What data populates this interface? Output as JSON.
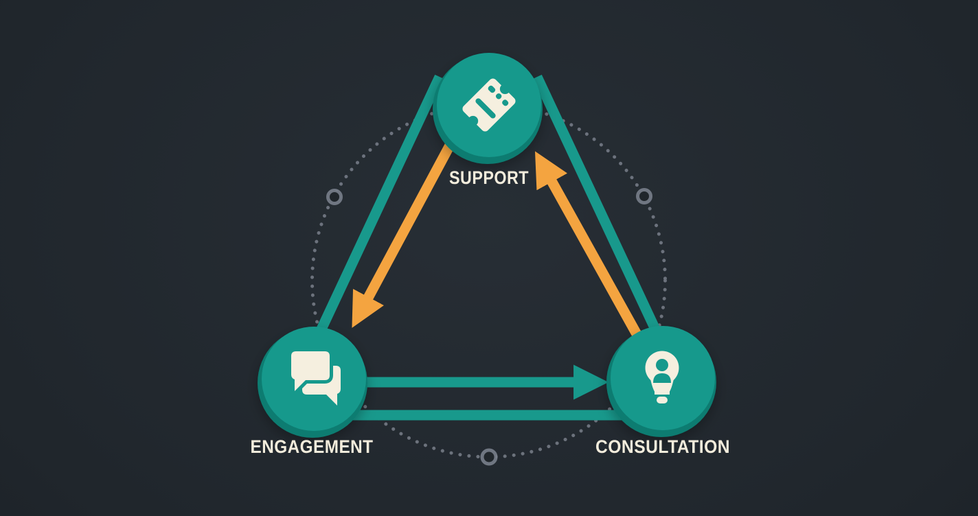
{
  "diagram": {
    "type": "cycle-diagram",
    "background_color": "#20262c",
    "label_color": "#f2ecdc",
    "nodes": [
      {
        "id": "support",
        "label": "SUPPORT",
        "icon": "ticket-icon",
        "color": "#18998c"
      },
      {
        "id": "engagement",
        "label": "ENGAGEMENT",
        "icon": "chat-bubbles-icon",
        "color": "#18998c"
      },
      {
        "id": "consultation",
        "label": "CONSULTATION",
        "icon": "person-lightbulb-icon",
        "color": "#18998c"
      }
    ],
    "edges": [
      {
        "from": "support",
        "to": "engagement",
        "type": "arrow",
        "color": "#f4a440"
      },
      {
        "from": "engagement",
        "to": "consultation",
        "type": "arrow",
        "color": "#18998c"
      },
      {
        "from": "consultation",
        "to": "support",
        "type": "arrow",
        "color": "#f4a440"
      }
    ],
    "outline": {
      "shape": "triangle",
      "style": "solid",
      "color": "#18998c"
    },
    "decorations": {
      "dotted_circle": {
        "color": "#7e8590",
        "ring_markers": 3
      }
    },
    "colors": {
      "teal": "#18998c",
      "teal_dark": "#0b7c71",
      "orange": "#f4a440",
      "cream": "#f5efdf",
      "dots_gray": "#7e8590"
    }
  }
}
